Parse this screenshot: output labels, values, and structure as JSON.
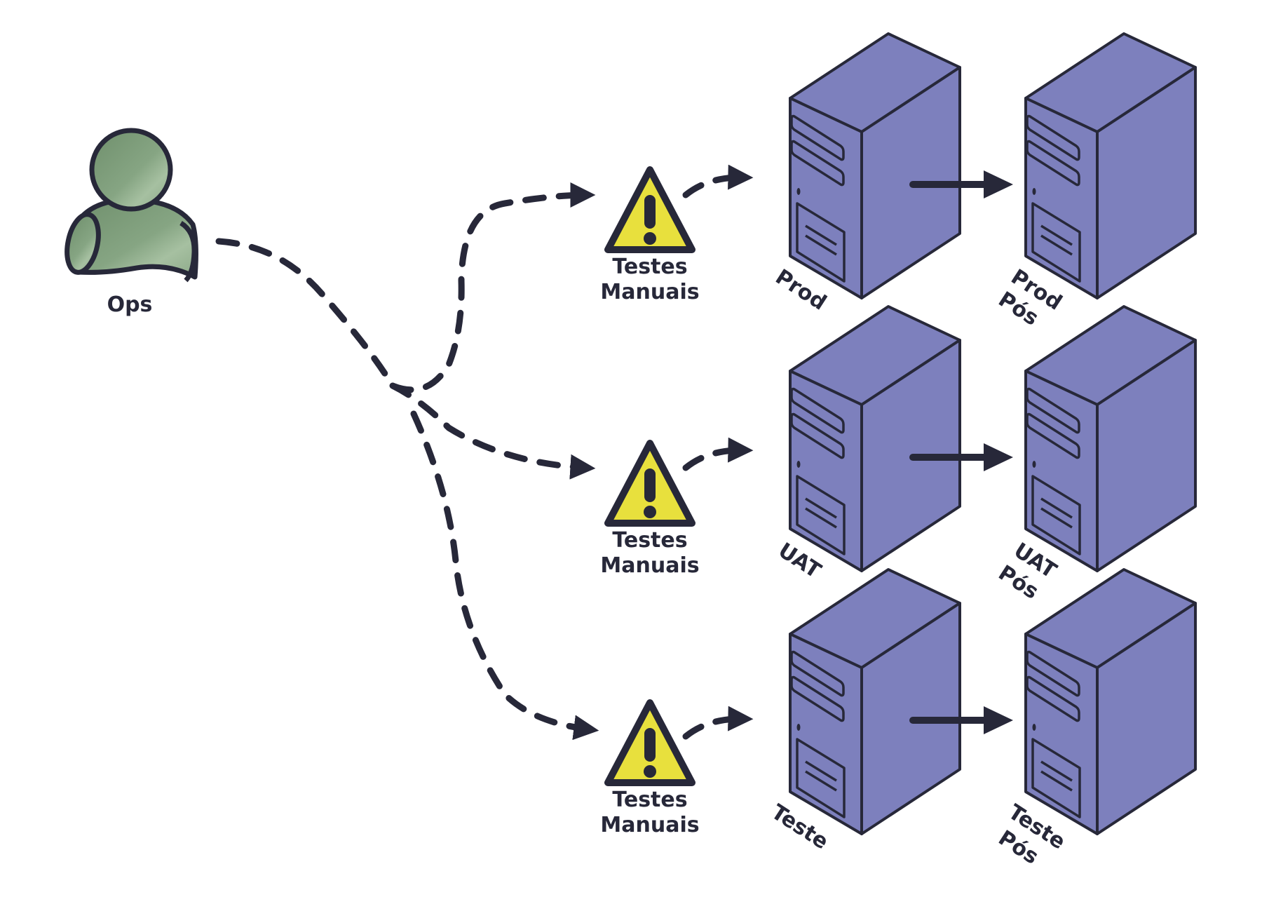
{
  "colors": {
    "ink": "#272839",
    "person_fill": "#7f9f7c",
    "person_highlight": "#a3bd9e",
    "warning_fill": "#e8e03d",
    "server_fill": "#7d80bd"
  },
  "actor": {
    "label": "Ops",
    "icon": "user-icon"
  },
  "rows": [
    {
      "gate_label_line1": "Testes",
      "gate_label_line2": "Manuais",
      "gate_icon": "warning-icon",
      "server": {
        "label_line1": "Prod"
      },
      "post_server": {
        "label_line1": "Prod",
        "label_line2": "Pós"
      }
    },
    {
      "gate_label_line1": "Testes",
      "gate_label_line2": "Manuais",
      "gate_icon": "warning-icon",
      "server": {
        "label_line1": "UAT"
      },
      "post_server": {
        "label_line1": "UAT",
        "label_line2": "Pós"
      }
    },
    {
      "gate_label_line1": "Testes",
      "gate_label_line2": "Manuais",
      "gate_icon": "warning-icon",
      "server": {
        "label_line1": "Teste"
      },
      "post_server": {
        "label_line1": "Teste",
        "label_line2": "Pós"
      }
    }
  ]
}
